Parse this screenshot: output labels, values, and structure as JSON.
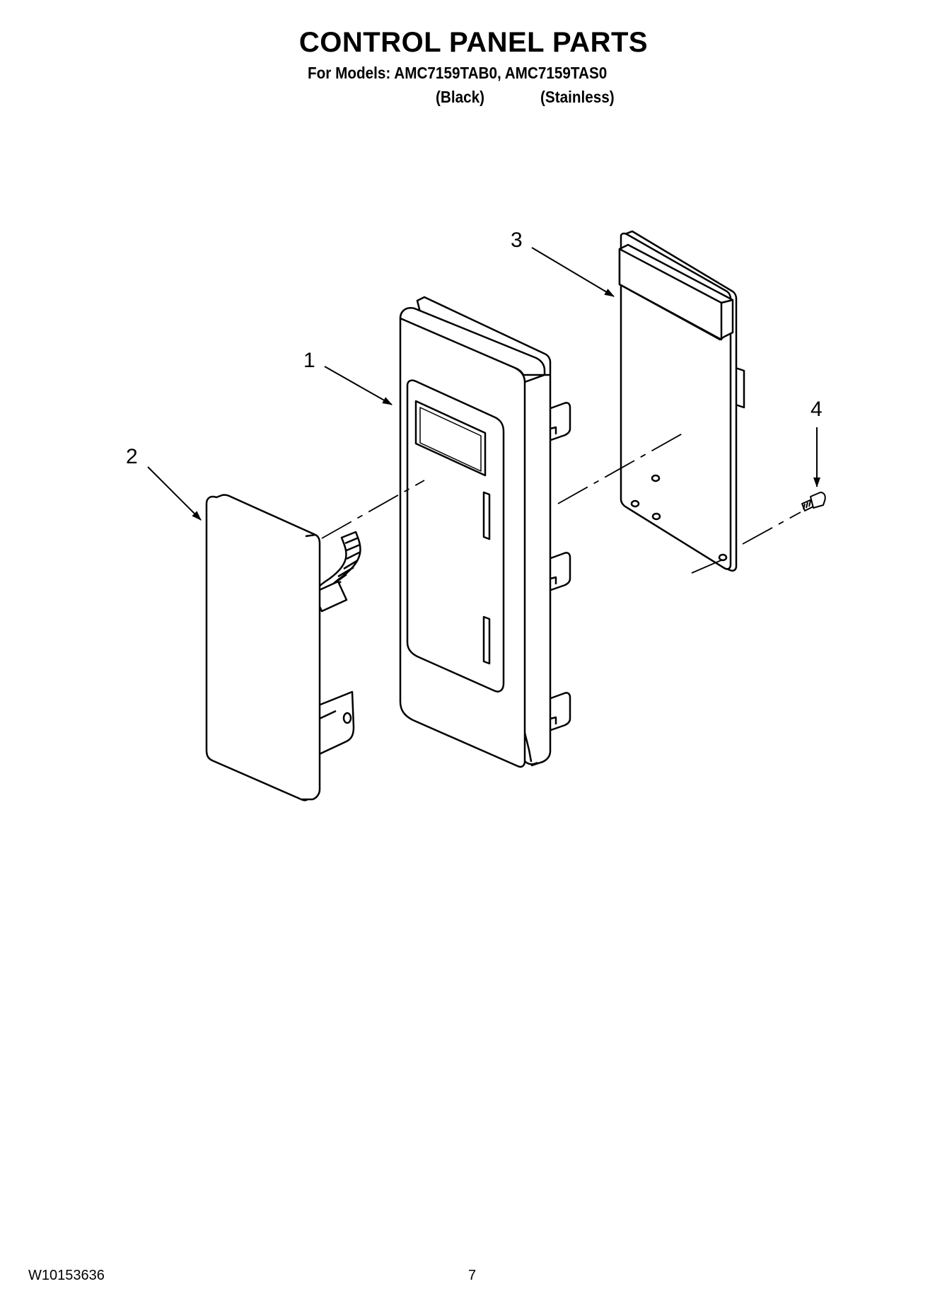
{
  "header": {
    "title": "CONTROL PANEL PARTS",
    "models_line": "For Models: AMC7159TAB0, AMC7159TAS0",
    "finishes": [
      "(Black)",
      "(Stainless)"
    ]
  },
  "callouts": [
    "1",
    "2",
    "3",
    "4"
  ],
  "parts": [
    "control-panel-frame",
    "keypad-membrane",
    "control-circuit-board",
    "screw"
  ],
  "footer": {
    "document_number": "W10153636",
    "page_number": "7"
  }
}
